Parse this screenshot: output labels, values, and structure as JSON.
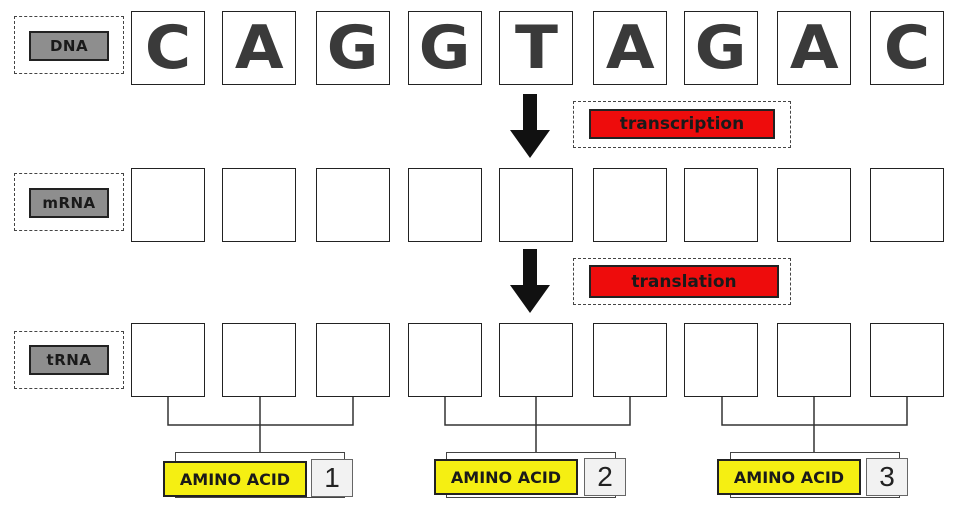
{
  "rows": {
    "dna_label": "DNA",
    "mrna_label": "mRNA",
    "trna_label": "tRNA"
  },
  "dna_bases": [
    "C",
    "A",
    "G",
    "G",
    "T",
    "A",
    "G",
    "A",
    "C"
  ],
  "processes": {
    "transcription": "transcription",
    "translation": "translation"
  },
  "amino_acids": [
    {
      "label": "AMINO ACID",
      "number": "1"
    },
    {
      "label": "AMINO ACID",
      "number": "2"
    },
    {
      "label": "AMINO ACID",
      "number": "3"
    }
  ],
  "colors": {
    "row_label_fill": "#8e8e8e",
    "process_label_fill": "#ee0c0c",
    "amino_acid_fill": "#f5ef12"
  }
}
